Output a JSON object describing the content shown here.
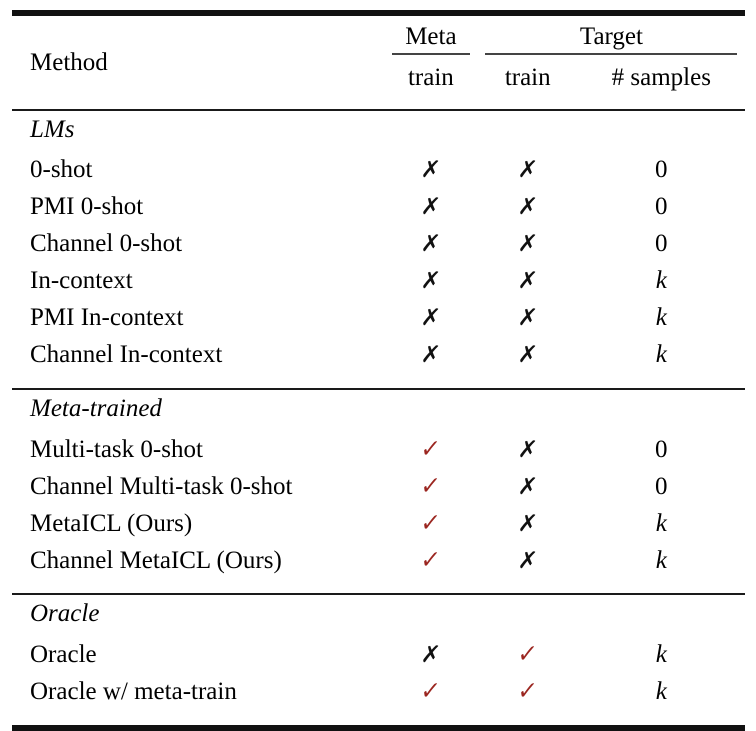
{
  "table": {
    "header": {
      "method_label": "Method",
      "group_meta": "Meta",
      "group_target": "Target",
      "sub_meta_train": "train",
      "sub_target_train": "train",
      "sub_samples": "# samples"
    },
    "symbols": {
      "cross": "✗",
      "check": "✓",
      "cross_name": "cross-mark-icon",
      "check_name": "check-mark-icon"
    },
    "colors": {
      "check_red": "#9b2620",
      "cross_black": "#111111",
      "rule": "#111111",
      "cmidrule": "#444444"
    },
    "sections": [
      {
        "title": "LMs",
        "rows": [
          {
            "method": "0-shot",
            "meta_train": "cross",
            "target_train": "cross",
            "samples": "0",
            "samples_italic": false
          },
          {
            "method": "PMI 0-shot",
            "meta_train": "cross",
            "target_train": "cross",
            "samples": "0",
            "samples_italic": false
          },
          {
            "method": "Channel 0-shot",
            "meta_train": "cross",
            "target_train": "cross",
            "samples": "0",
            "samples_italic": false
          },
          {
            "method": "In-context",
            "meta_train": "cross",
            "target_train": "cross",
            "samples": "k",
            "samples_italic": true
          },
          {
            "method": "PMI In-context",
            "meta_train": "cross",
            "target_train": "cross",
            "samples": "k",
            "samples_italic": true
          },
          {
            "method": "Channel In-context",
            "meta_train": "cross",
            "target_train": "cross",
            "samples": "k",
            "samples_italic": true
          }
        ]
      },
      {
        "title": "Meta-trained",
        "rows": [
          {
            "method": "Multi-task 0-shot",
            "meta_train": "check",
            "target_train": "cross",
            "samples": "0",
            "samples_italic": false
          },
          {
            "method": "Channel Multi-task 0-shot",
            "meta_train": "check",
            "target_train": "cross",
            "samples": "0",
            "samples_italic": false
          },
          {
            "method": "MetaICL (Ours)",
            "meta_train": "check",
            "target_train": "cross",
            "samples": "k",
            "samples_italic": true
          },
          {
            "method": "Channel MetaICL (Ours)",
            "meta_train": "check",
            "target_train": "cross",
            "samples": "k",
            "samples_italic": true
          }
        ]
      },
      {
        "title": "Oracle",
        "rows": [
          {
            "method": "Oracle",
            "meta_train": "cross",
            "target_train": "check",
            "samples": "k",
            "samples_italic": true
          },
          {
            "method": "Oracle w/ meta-train",
            "meta_train": "check",
            "target_train": "check",
            "samples": "k",
            "samples_italic": true
          }
        ]
      }
    ]
  }
}
